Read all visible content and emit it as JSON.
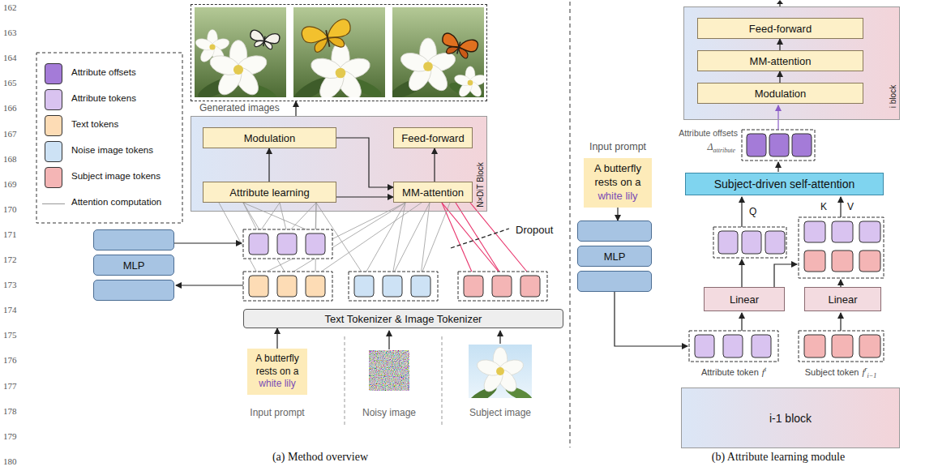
{
  "diagram": {
    "nodes": [
      {
        "text": [
          "Generated images"
        ]
      },
      {
        "text": [
          "N×DiT Block"
        ]
      },
      {
        "text": [
          "Modulation"
        ],
        "in": 1
      },
      {
        "text": [
          "Feed-forward"
        ],
        "in": 1
      },
      {
        "text": [
          "Attribute learning"
        ],
        "in": 1
      },
      {
        "text": [
          "MM-attention"
        ],
        "in": 1
      },
      {
        "text": [
          "MLP"
        ]
      },
      {
        "text": [
          "Text Tokenizer & Image Tokenizer"
        ]
      },
      {
        "text": [
          "A butterfly rests on a",
          "white lily"
        ]
      },
      {
        "text": [
          "i block"
        ]
      },
      {
        "text": [
          "Feed-forward"
        ],
        "in": 9
      },
      {
        "text": [
          "MM-attention"
        ],
        "in": 9
      },
      {
        "text": [
          "Modulation"
        ],
        "in": 9
      },
      {
        "text": [
          "Subject-driven self-attention"
        ]
      },
      {
        "text": [
          "Linear"
        ]
      },
      {
        "text": [
          "Linear"
        ]
      },
      {
        "text": [
          "i-1 block"
        ]
      },
      {
        "text": [
          "A butterfly rests on a",
          "white lily"
        ]
      },
      {
        "text": [
          "MLP"
        ]
      }
    ],
    "edges": [
      {
        "from": 1,
        "to": 0,
        "arrow": "to"
      },
      {
        "from": 4,
        "to": 2,
        "arrow": "to"
      },
      {
        "from": 2,
        "to": 5,
        "arrow": "to"
      },
      {
        "from": 4,
        "to": 5,
        "arrow": "to"
      },
      {
        "from": 5,
        "to": 3,
        "arrow": "to"
      },
      {
        "from": 8,
        "to": 7,
        "arrow": "to"
      },
      {
        "from": 12,
        "to": 11,
        "arrow": "to"
      },
      {
        "from": 11,
        "to": 10,
        "arrow": "to"
      },
      {
        "from": 17,
        "to": 18,
        "arrow": "to"
      }
    ],
    "labels": [
      "162",
      "163",
      "164",
      "165",
      "166",
      "167",
      "168",
      "169",
      "170",
      "171",
      "172",
      "173",
      "174",
      "175",
      "176",
      "177",
      "178",
      "179",
      "180",
      "Dropout",
      "Input prompt",
      "Noisy image",
      "Subject image",
      "(a) Method overview",
      "Input prompt",
      "Attribute offsets",
      "Δ",
      "attribute",
      "Q",
      "K",
      "V",
      "Attribute token",
      "f",
      "t",
      "Subject token",
      "f",
      "r",
      "i−1",
      "(b) Attribute learning module"
    ],
    "legend": [
      {
        "text": "Attribute offsets",
        "color": "#a47bd8"
      },
      {
        "text": "Attribute tokens",
        "color": "#d9c3f0"
      },
      {
        "text": "Text tokens",
        "color": "#fddcb5"
      },
      {
        "text": "Noise image tokens",
        "color": "#cde2f5"
      },
      {
        "text": "Subject image tokens",
        "color": "#f4b5b5"
      },
      {
        "text": "Attention computation"
      }
    ]
  }
}
